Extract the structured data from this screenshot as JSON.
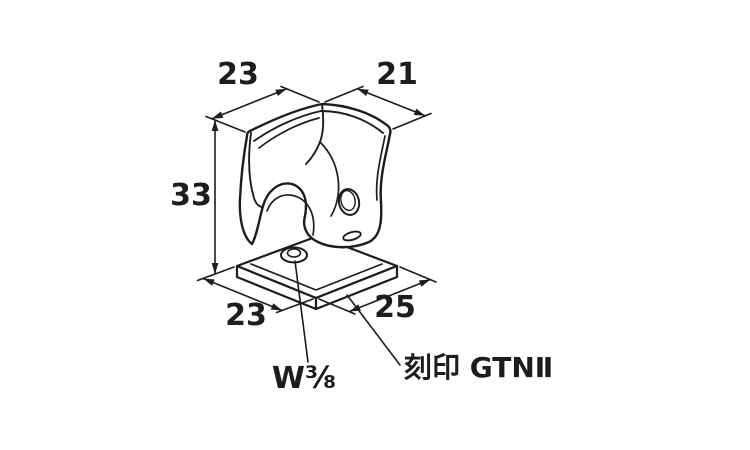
{
  "diagram": {
    "background": "#ffffff",
    "line_color": "#1d1d1d",
    "dimensions": {
      "top_left": "23",
      "top_right": "21",
      "left_height": "33",
      "bottom_left": "23",
      "bottom_right": "25"
    },
    "labels": {
      "thread_size": "W⅜",
      "stamp": "刻印 GTNⅡ"
    }
  }
}
